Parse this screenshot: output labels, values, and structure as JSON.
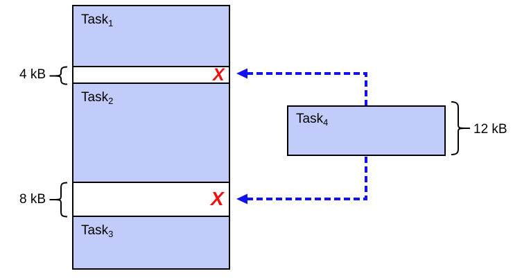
{
  "diagram": {
    "description": "Memory fragmentation diagram: three tasks in a memory column with free gaps too small for a pending task",
    "memory_column": {
      "task1": {
        "base": "Task",
        "sub": "1"
      },
      "gap_4kb": {
        "size_label": "4 kB",
        "reject_mark": "X"
      },
      "task2": {
        "base": "Task",
        "sub": "2"
      },
      "gap_8kb": {
        "size_label": "8 kB",
        "reject_mark": "X"
      },
      "task3": {
        "base": "Task",
        "sub": "3"
      }
    },
    "pending_task": {
      "task4": {
        "base": "Task",
        "sub": "4"
      },
      "size_label": "12 kB"
    },
    "colors": {
      "block_fill": "#c2ccfa",
      "block_border": "#000000",
      "gap_fill": "#ffffff",
      "arrow_blue": "#1212f0",
      "reject_red": "#ee1111"
    }
  }
}
